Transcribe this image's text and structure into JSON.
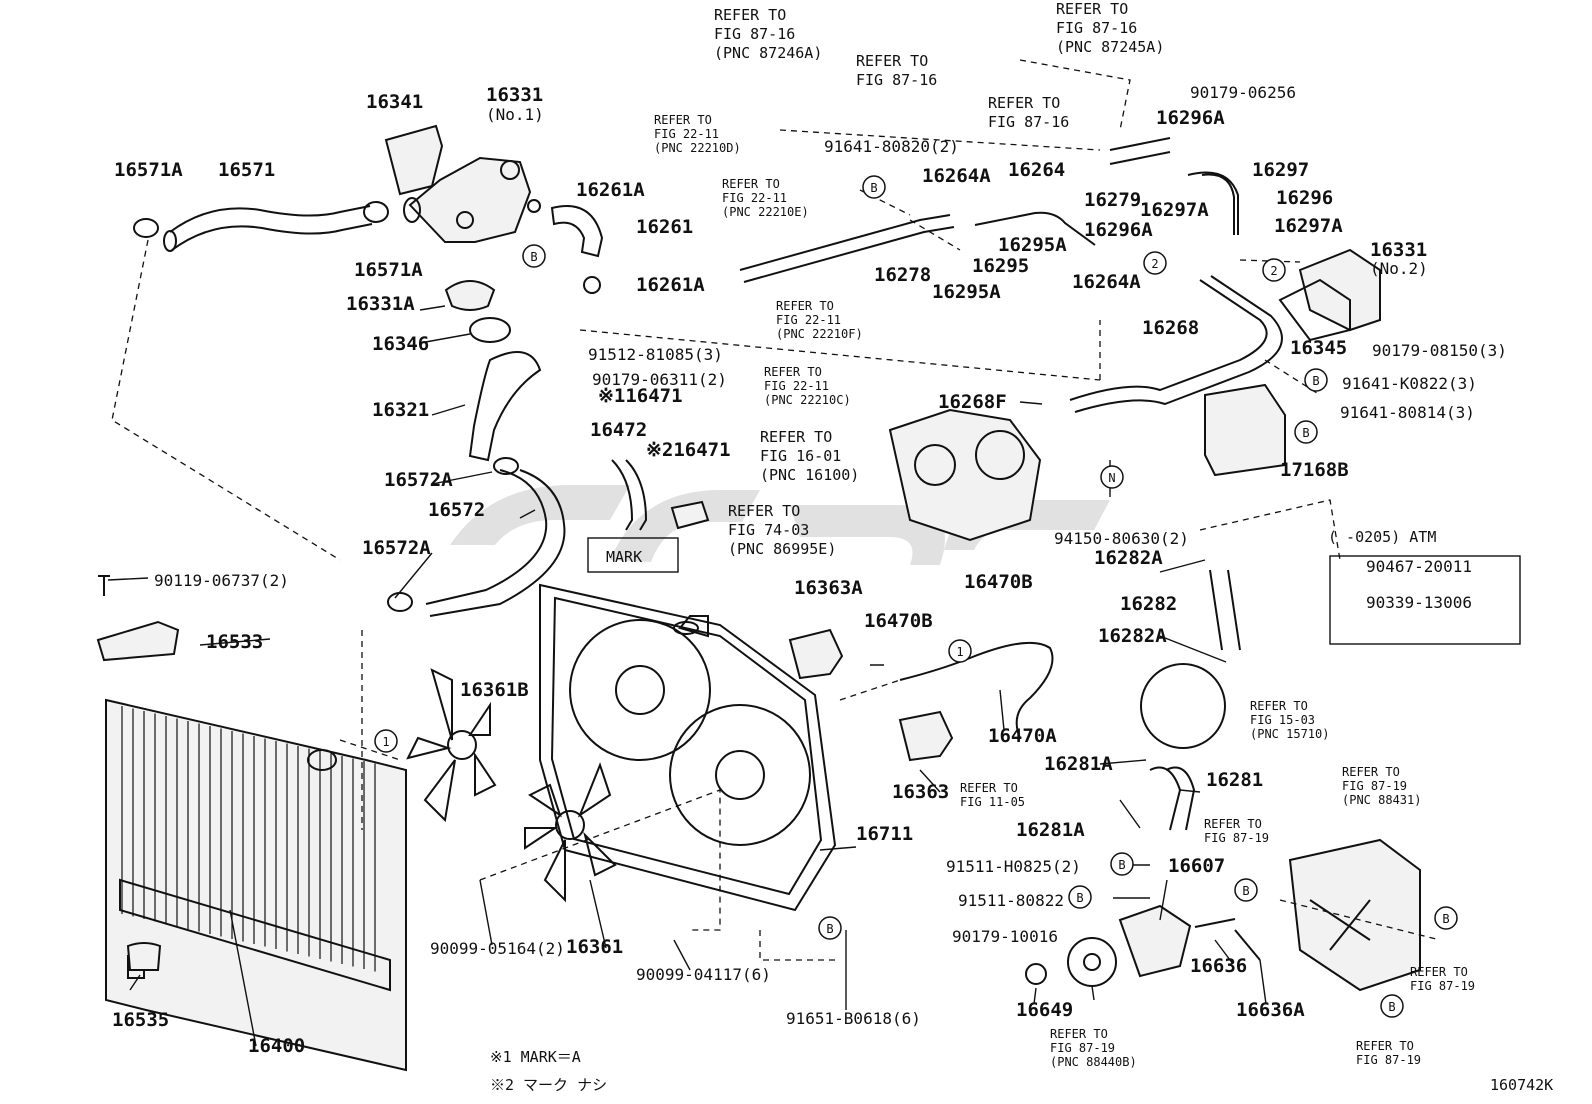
{
  "diagram_code": "160742K",
  "notes": [
    "※1  MARK＝A",
    "※2  マーク ナシ"
  ],
  "mark_box_label": "MARK",
  "atm_note": "(     -0205) ATM",
  "part_numbers": [
    "16571A",
    "16571",
    "16571A",
    "16341",
    "16331",
    "(No.1)",
    "16261A",
    "16261",
    "16261A",
    "16331A",
    "16346",
    "16321",
    "16572A",
    "16572",
    "16572A",
    "90119-06737(2)",
    "16533",
    "16400",
    "16535",
    "16361B",
    "16361",
    "90099-05164(2)",
    "90099-04117(6)",
    "91651-B0618(6)",
    "16711",
    "16363A",
    "16363",
    "16470B",
    "16470B",
    "16470A",
    "※116471",
    "16472",
    "※216471",
    "91512-81085(3)",
    "90179-06311(2)",
    "91641-80820(2)",
    "16278",
    "16264A",
    "16264",
    "16295",
    "16295A",
    "16295A",
    "16264A",
    "16279",
    "16296A",
    "16297",
    "16296",
    "16297A",
    "16297A",
    "16296A",
    "90179-06256",
    "16331",
    "(No.2)",
    "16345",
    "90179-08150(3)",
    "91641-K0822(3)",
    "91641-80814(3)",
    "17168B",
    "16268",
    "16268F",
    "94150-80630(2)",
    "16282A",
    "16282",
    "16282A",
    "90467-20011",
    "90339-13006",
    "16281A",
    "16281",
    "16281A",
    "91511-H0825(2)",
    "91511-80822",
    "16607",
    "90179-10016",
    "16649",
    "16636",
    "16636A"
  ],
  "refer_labels": [
    {
      "title": "REFER TO",
      "fig": "FIG 87-16",
      "pnc": "(PNC 87246A)"
    },
    {
      "title": "REFER TO",
      "fig": "FIG 87-16",
      "pnc": ""
    },
    {
      "title": "REFER TO",
      "fig": "FIG 87-16",
      "pnc": "(PNC 87245A)"
    },
    {
      "title": "REFER TO",
      "fig": "FIG 87-16",
      "pnc": ""
    },
    {
      "title": "REFER TO",
      "fig": "FIG 22-11",
      "pnc": "(PNC 22210D)"
    },
    {
      "title": "REFER TO",
      "fig": "FIG 22-11",
      "pnc": "(PNC 22210E)"
    },
    {
      "title": "REFER TO",
      "fig": "FIG 22-11",
      "pnc": "(PNC 22210F)"
    },
    {
      "title": "REFER TO",
      "fig": "FIG 22-11",
      "pnc": "(PNC 22210C)"
    },
    {
      "title": "REFER TO",
      "fig": "FIG 16-01",
      "pnc": "(PNC 16100)"
    },
    {
      "title": "REFER TO",
      "fig": "FIG 74-03",
      "pnc": "(PNC 86995E)"
    },
    {
      "title": "REFER TO",
      "fig": "FIG 15-03",
      "pnc": "(PNC 15710)"
    },
    {
      "title": "REFER TO",
      "fig": "FIG 11-05",
      "pnc": ""
    },
    {
      "title": "REFER TO",
      "fig": "FIG 87-19",
      "pnc": "(PNC 88431)"
    },
    {
      "title": "REFER TO",
      "fig": "FIG 87-19",
      "pnc": ""
    },
    {
      "title": "REFER TO",
      "fig": "FIG 87-19",
      "pnc": ""
    },
    {
      "title": "REFER TO",
      "fig": "FIG 87-19",
      "pnc": ""
    },
    {
      "title": "REFER TO",
      "fig": "FIG 87-19",
      "pnc": "(PNC 88440B)"
    }
  ],
  "callout_symbols": [
    "1",
    "2",
    "B",
    "N"
  ]
}
